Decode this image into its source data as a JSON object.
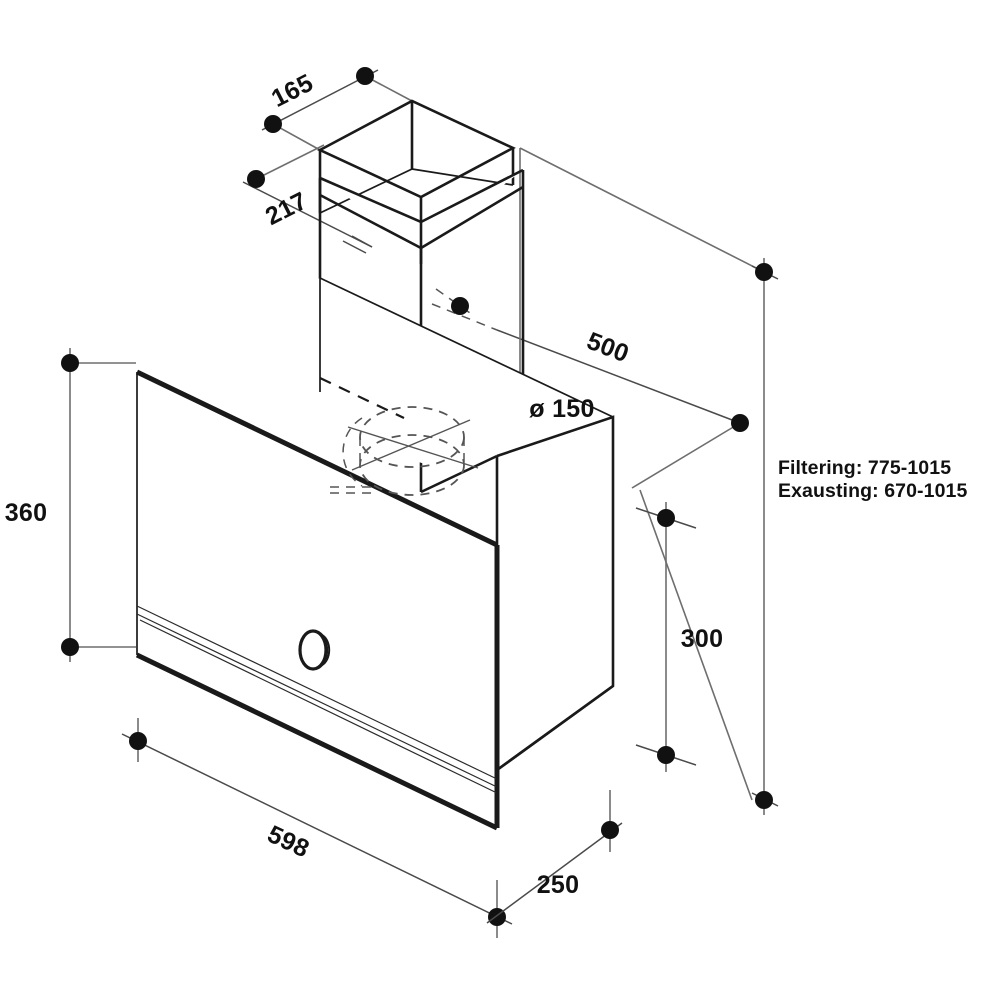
{
  "drawing": {
    "title": "Cooker Hood Installation Dimension Drawing",
    "subject": "wall-mounted chimney cooker hood",
    "projection": "isometric",
    "units": "mm",
    "line_color": "#1a1a1a",
    "dimension_color": "#4a4a4a",
    "background": "#ffffff"
  },
  "dimensions": {
    "chimney_top_depth": "165",
    "chimney_top_width": "217",
    "chimney_reach": "500",
    "duct_diameter": "ø 150",
    "hood_body_height": "360",
    "hood_width": "598",
    "hood_depth": "250",
    "chimney_lower_height": "300"
  },
  "notes": {
    "filtering": "Filtering: 775-1015",
    "exausting": "Exausting: 670-1015"
  },
  "labels": {
    "d165": "165",
    "d217": "217",
    "d500": "500",
    "d150": "ø 150",
    "d360": "360",
    "d598": "598",
    "d250": "250",
    "d300": "300"
  },
  "parts": [
    {
      "name": "upper-chimney-flue",
      "label": "165"
    },
    {
      "name": "lower-chimney-flue",
      "label": "217"
    },
    {
      "name": "hood-body",
      "label": "598"
    },
    {
      "name": "hood-front-panel",
      "label": "360"
    },
    {
      "name": "duct-outlet",
      "label": "ø 150"
    },
    {
      "name": "control-knob",
      "label": ""
    }
  ]
}
